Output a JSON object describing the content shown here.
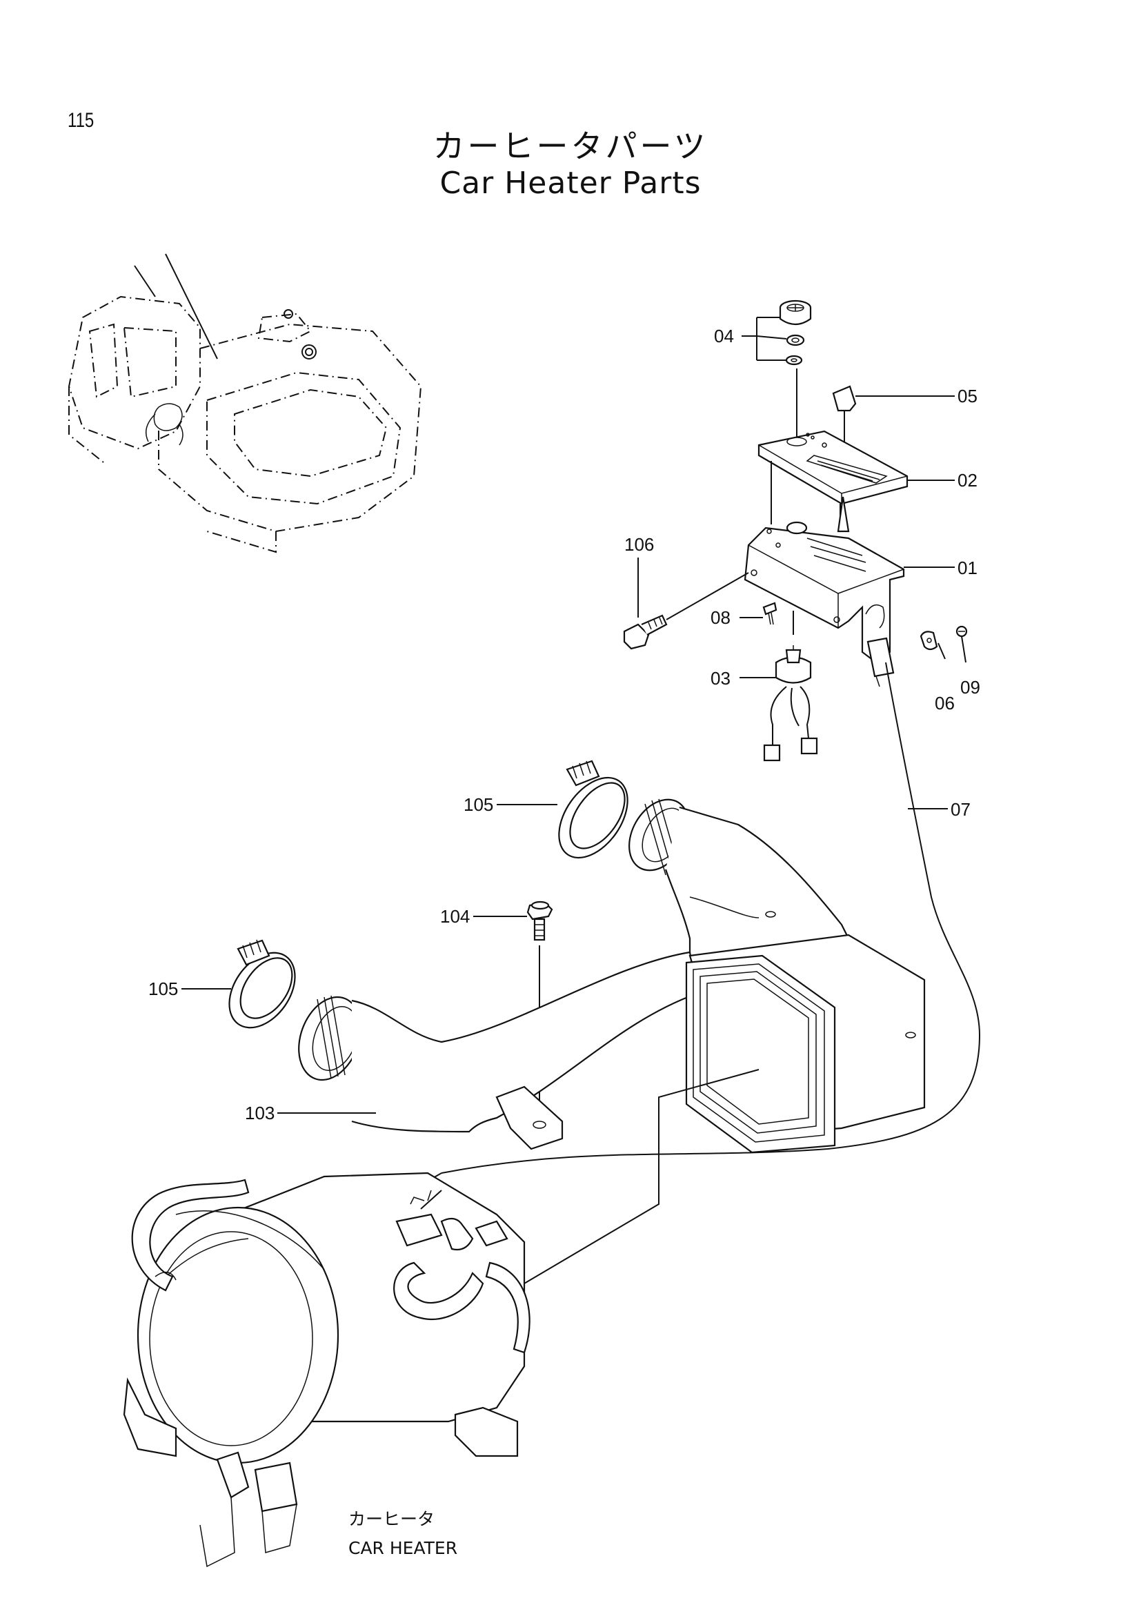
{
  "page": {
    "number": "115",
    "title_jp": "カーヒータパーツ",
    "title_en": "Car Heater Parts"
  },
  "callouts": [
    {
      "id": "p01",
      "label": "01"
    },
    {
      "id": "p02",
      "label": "02"
    },
    {
      "id": "p03",
      "label": "03"
    },
    {
      "id": "p04",
      "label": "04"
    },
    {
      "id": "p05",
      "label": "05"
    },
    {
      "id": "p06",
      "label": "06"
    },
    {
      "id": "p07",
      "label": "07"
    },
    {
      "id": "p08",
      "label": "08"
    },
    {
      "id": "p09",
      "label": "09"
    },
    {
      "id": "p103",
      "label": "103"
    },
    {
      "id": "p104",
      "label": "104"
    },
    {
      "id": "p105a",
      "label": "105"
    },
    {
      "id": "p105b",
      "label": "105"
    },
    {
      "id": "p106",
      "label": "106"
    }
  ],
  "caption": {
    "jp": "カーヒータ",
    "en": "CAR HEATER"
  }
}
